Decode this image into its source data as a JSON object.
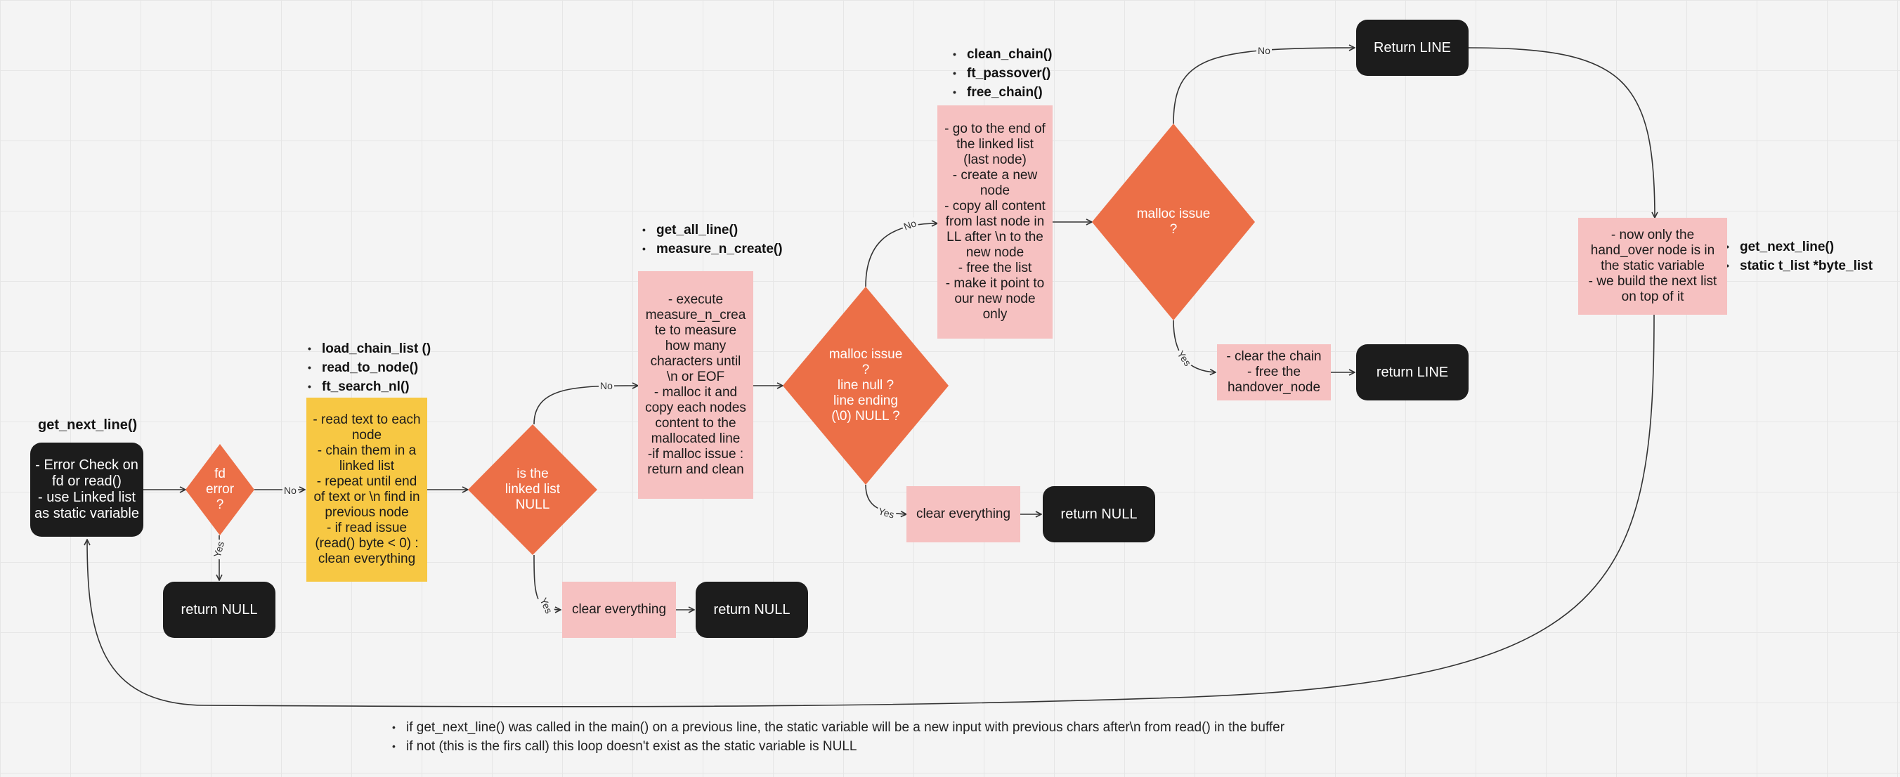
{
  "title": "get_next_line()",
  "nodes": {
    "start": "- Error Check on\nfd or read()\n- use Linked list\nas static variable",
    "fd_error": "fd\nerror\n?",
    "return_null_1": "return NULL",
    "read_text": "- read text to each\nnode\n- chain them in a\nlinked list\n- repeat until end\nof text or \\n find in\nprevious node\n- if read issue\n(read() byte <  0) :\nclean everything",
    "is_list_null": "is the\nlinked list\nNULL",
    "clear_1": "clear everything",
    "return_null_2": "return NULL",
    "execute_measure": "- execute\nmeasure_n_crea\nte to measure\nhow many\ncharacters until\n\\n or EOF\n- malloc it and\ncopy each nodes\ncontent to the\nmallocated line\n-if malloc issue :\nreturn and clean",
    "malloc_issue_1": "malloc issue\n?\nline null ?\nline ending\n(\\0) NULL ?",
    "clear_2": "clear everything",
    "return_null_3": "return NULL",
    "goto_end": "- go to the end of\nthe linked list\n(last node)\n- create a new\nnode\n- copy all content\nfrom last node in\nLL after \\n to the\nnew node\n- free the list\n- make it point to\nour new node\nonly",
    "malloc_issue_2": "malloc issue\n?",
    "return_line_1": "Return LINE",
    "clear_chain": "- clear the chain\n- free the\nhandover_node",
    "return_line_2": "return LINE",
    "now_only": "- now only the\nhand_over node is in\nthe static variable\n- we build the next list\non top of it"
  },
  "function_lists": {
    "read_group": [
      "load_chain_list ()",
      "read_to_node()",
      "ft_search_nl()"
    ],
    "measure_group": [
      "get_all_line()",
      "measure_n_create()"
    ],
    "chain_group": [
      "clean_chain()",
      "ft_passover()",
      "free_chain()"
    ],
    "static_group": [
      "get_next_line()",
      "static t_list *byte_list"
    ]
  },
  "edge_labels": {
    "no": "No",
    "yes": "Yes"
  },
  "notes": [
    "if get_next_line() was called in the main() on a previous line, the static variable will be a new input with previous chars after\\n  from read() in the buffer",
    "if not (this is the firs call) this loop doesn't exist as the static variable is NULL"
  ],
  "colors": {
    "dark_node": "#1c1c1c",
    "pink_node": "#f6c1c1",
    "yellow_node": "#f7c843",
    "decision": "#ec6f47",
    "edge": "#333333"
  }
}
